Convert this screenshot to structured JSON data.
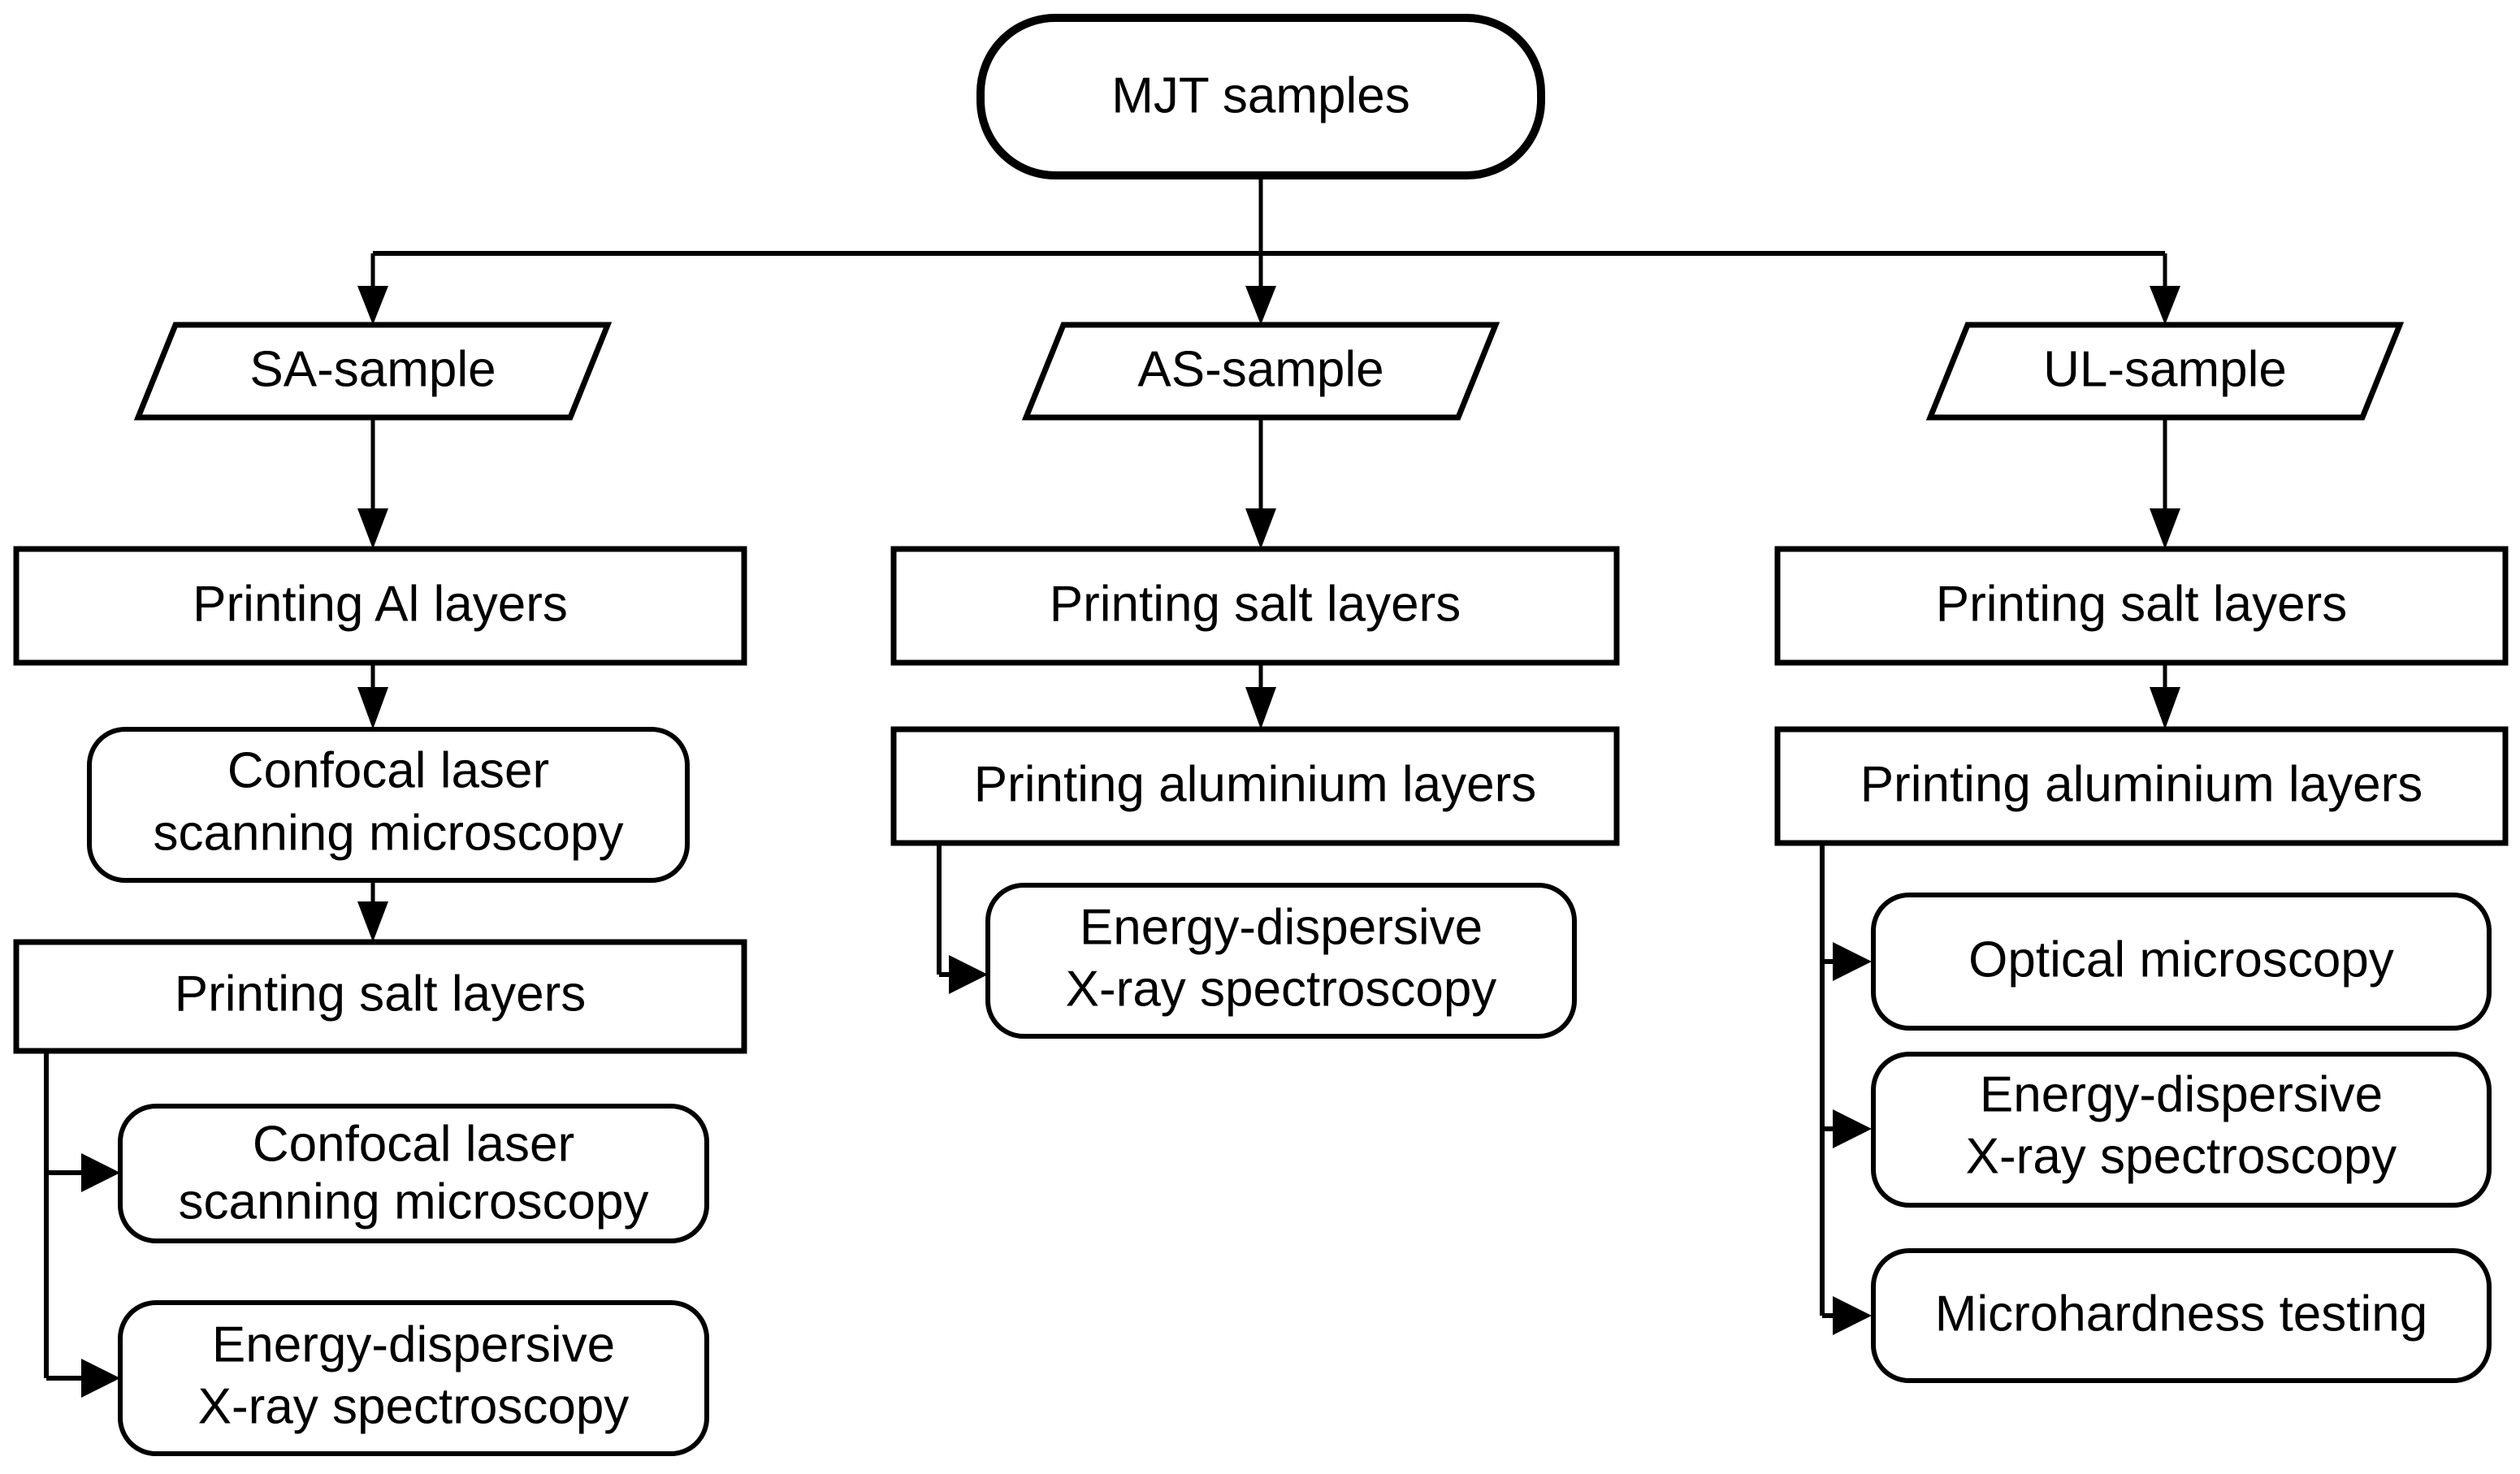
{
  "diagram": {
    "title": "MJT samples experimental workflow",
    "type": "flowchart",
    "colors": {
      "stroke": "#000000",
      "fill": "#ffffff",
      "text": "#000000"
    },
    "nodes": {
      "root": {
        "label": "MJT samples",
        "shape": "stadium"
      },
      "sample_sa": {
        "label": "SA-sample",
        "shape": "parallelogram"
      },
      "sample_as": {
        "label": "AS-sample",
        "shape": "parallelogram"
      },
      "sample_ul": {
        "label": "UL-sample",
        "shape": "parallelogram"
      },
      "sa_print_al": {
        "label": "Printing Al layers",
        "shape": "rectangle"
      },
      "sa_clsm_1_line1": {
        "label": "Confocal laser",
        "shape": "rounded"
      },
      "sa_clsm_1_line2": {
        "label": "scanning microscopy",
        "shape": "rounded"
      },
      "sa_print_salt": {
        "label": "Printing salt layers",
        "shape": "rectangle"
      },
      "sa_clsm_2_line1": {
        "label": "Confocal laser",
        "shape": "rounded"
      },
      "sa_clsm_2_line2": {
        "label": "scanning microscopy",
        "shape": "rounded"
      },
      "sa_edx_line1": {
        "label": "Energy-dispersive",
        "shape": "rounded"
      },
      "sa_edx_line2": {
        "label": "X-ray spectroscopy",
        "shape": "rounded"
      },
      "as_print_salt": {
        "label": "Printing salt layers",
        "shape": "rectangle"
      },
      "as_print_al": {
        "label": "Printing aluminium layers",
        "shape": "rectangle"
      },
      "as_edx_line1": {
        "label": "Energy-dispersive",
        "shape": "rounded"
      },
      "as_edx_line2": {
        "label": "X-ray spectroscopy",
        "shape": "rounded"
      },
      "ul_print_salt": {
        "label": "Printing salt layers",
        "shape": "rectangle"
      },
      "ul_print_al": {
        "label": "Printing aluminium layers",
        "shape": "rectangle"
      },
      "ul_optical": {
        "label": "Optical microscopy",
        "shape": "rounded"
      },
      "ul_edx_line1": {
        "label": "Energy-dispersive",
        "shape": "rounded"
      },
      "ul_edx_line2": {
        "label": "X-ray spectroscopy",
        "shape": "rounded"
      },
      "ul_microhardness": {
        "label": "Microhardness testing",
        "shape": "rounded"
      }
    }
  }
}
